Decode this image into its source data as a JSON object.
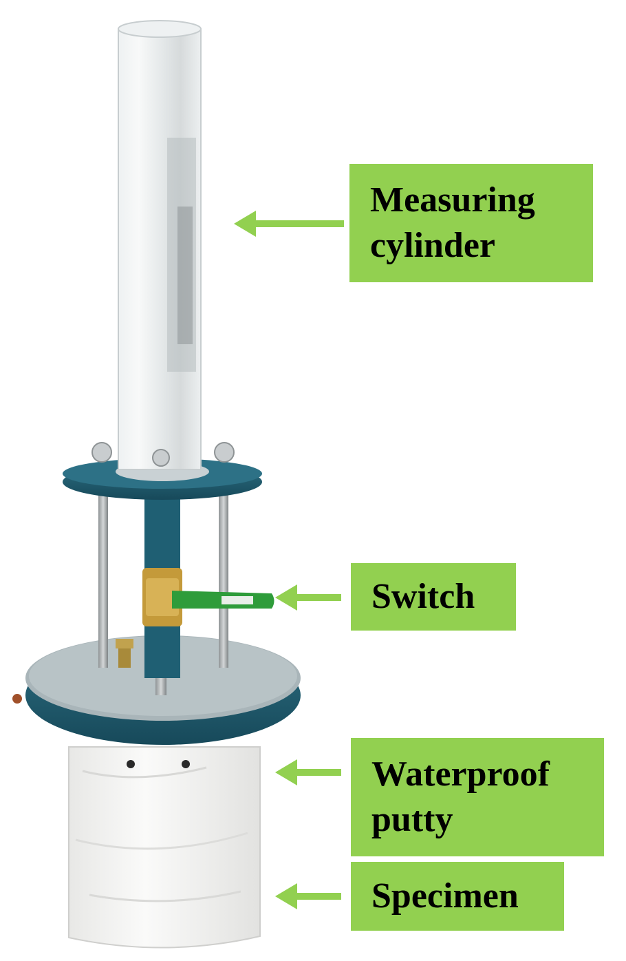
{
  "colors": {
    "label_background": "#92d050",
    "arrow": "#92d050",
    "flange": "#1f5f73",
    "putty": "#f4f4f2",
    "cylinder": "#dfe4e6",
    "valve_handle": "#2e9c3a"
  },
  "labels": {
    "measuring_cylinder": "Measuring\ncylinder",
    "switch": "Switch",
    "waterproof_putty": "Waterproof\nputty",
    "specimen": "Specimen"
  }
}
